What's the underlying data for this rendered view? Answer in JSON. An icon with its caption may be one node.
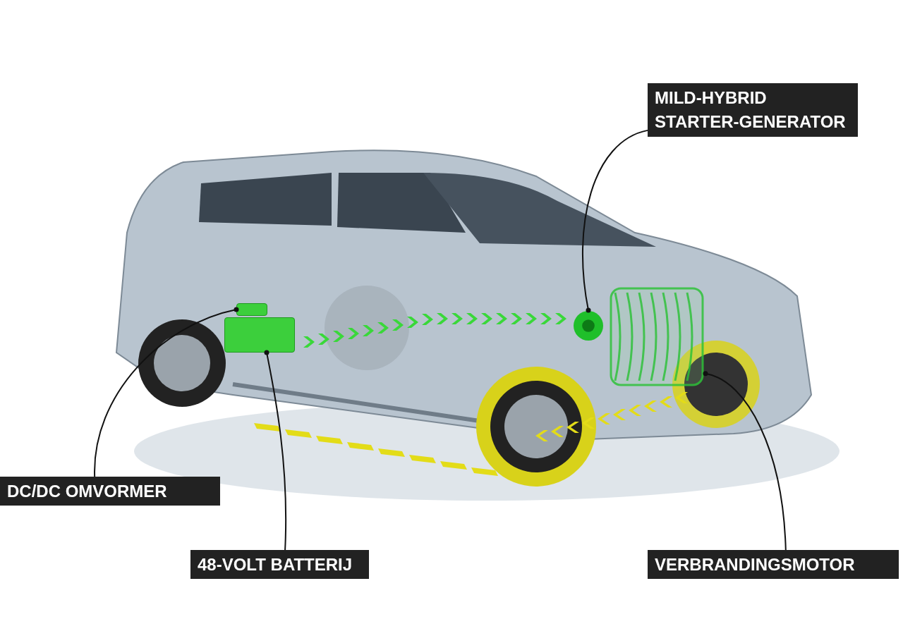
{
  "diagram": {
    "nodes": [
      {
        "text": [
          "MILD-HYBRID STARTER-GENERATOR"
        ]
      },
      {
        "text": [],
        "shape": "picture"
      },
      {
        "text": [
          "DC/DC OMVORMER"
        ]
      },
      {
        "text": [],
        "shape": "box"
      },
      {
        "text": [
          "48-VOLT BATTERIJ"
        ]
      },
      {
        "text": [],
        "shape": "box"
      },
      {
        "text": [
          "VERBRANDINGSMOTOR"
        ]
      },
      {
        "text": [],
        "shape": "picture"
      }
    ],
    "edges": [
      {
        "from": 0,
        "to": 1,
        "arrow": "other"
      },
      {
        "from": 2,
        "to": 3,
        "arrow": "other"
      },
      {
        "from": 4,
        "to": 5,
        "arrow": "other"
      },
      {
        "from": 6,
        "to": 7,
        "arrow": "other"
      }
    ]
  }
}
